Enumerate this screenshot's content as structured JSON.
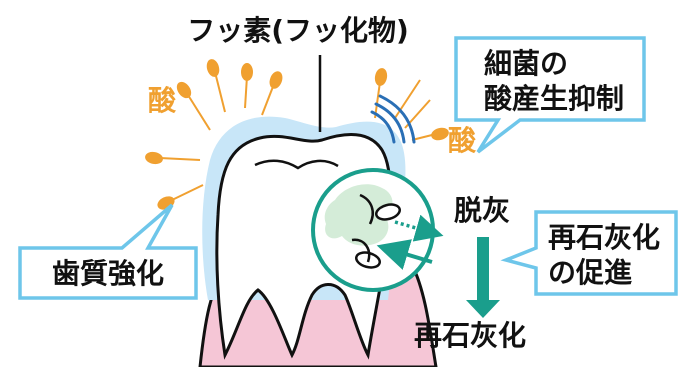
{
  "diagram": {
    "title": "フッ素(フッ化物)",
    "acid_label_left": "酸",
    "acid_label_right": "酸",
    "callout_bacteria": [
      "細菌の",
      "酸産生抑制"
    ],
    "callout_enamel": "歯質強化",
    "callout_remin": [
      "再石灰化",
      "の促進"
    ],
    "demineralization": "脱灰",
    "remineralization": "再石灰化"
  },
  "colors": {
    "callout_border": "#6ec6ea",
    "enamel_layer": "#c8e6f8",
    "gum": "#f5c6d6",
    "acid": "#f0a030",
    "teal": "#1a9e8c",
    "sound_wave": "#2a6fb5"
  }
}
